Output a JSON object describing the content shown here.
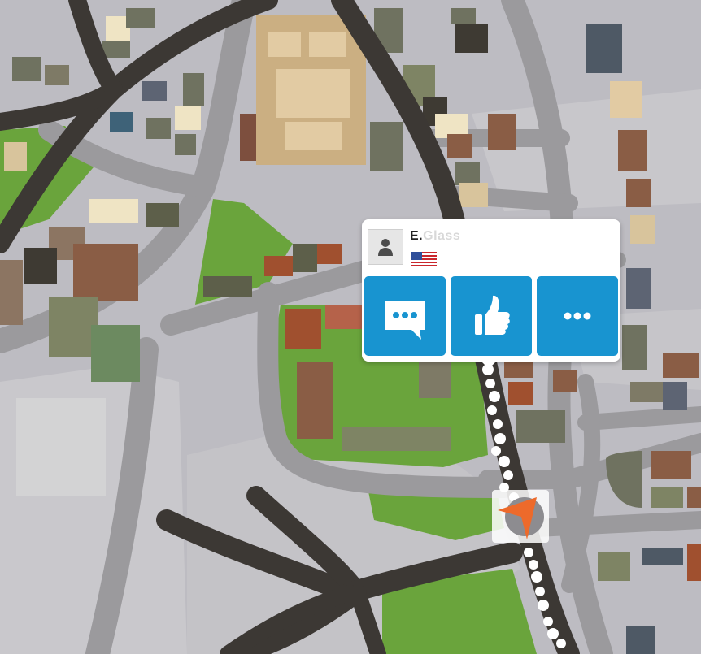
{
  "user": {
    "name_initial": "E.",
    "name_rest": "Glass",
    "avatar_icon": "person-icon",
    "country_flag_icon": "us-flag-icon"
  },
  "actions": [
    {
      "name": "message",
      "icon": "chat-bubble-icon"
    },
    {
      "name": "like",
      "icon": "thumbs-up-icon"
    },
    {
      "name": "more",
      "icon": "more-dots-icon"
    }
  ],
  "colors": {
    "action_button": "#1894d0",
    "ground": "#bdbcc2",
    "road_dark": "#3c3834",
    "road_light": "#9b9a9d",
    "park": "#6aa43c",
    "route_marker": "#ffffff",
    "vehicle_marker": "#ed6a2b"
  }
}
